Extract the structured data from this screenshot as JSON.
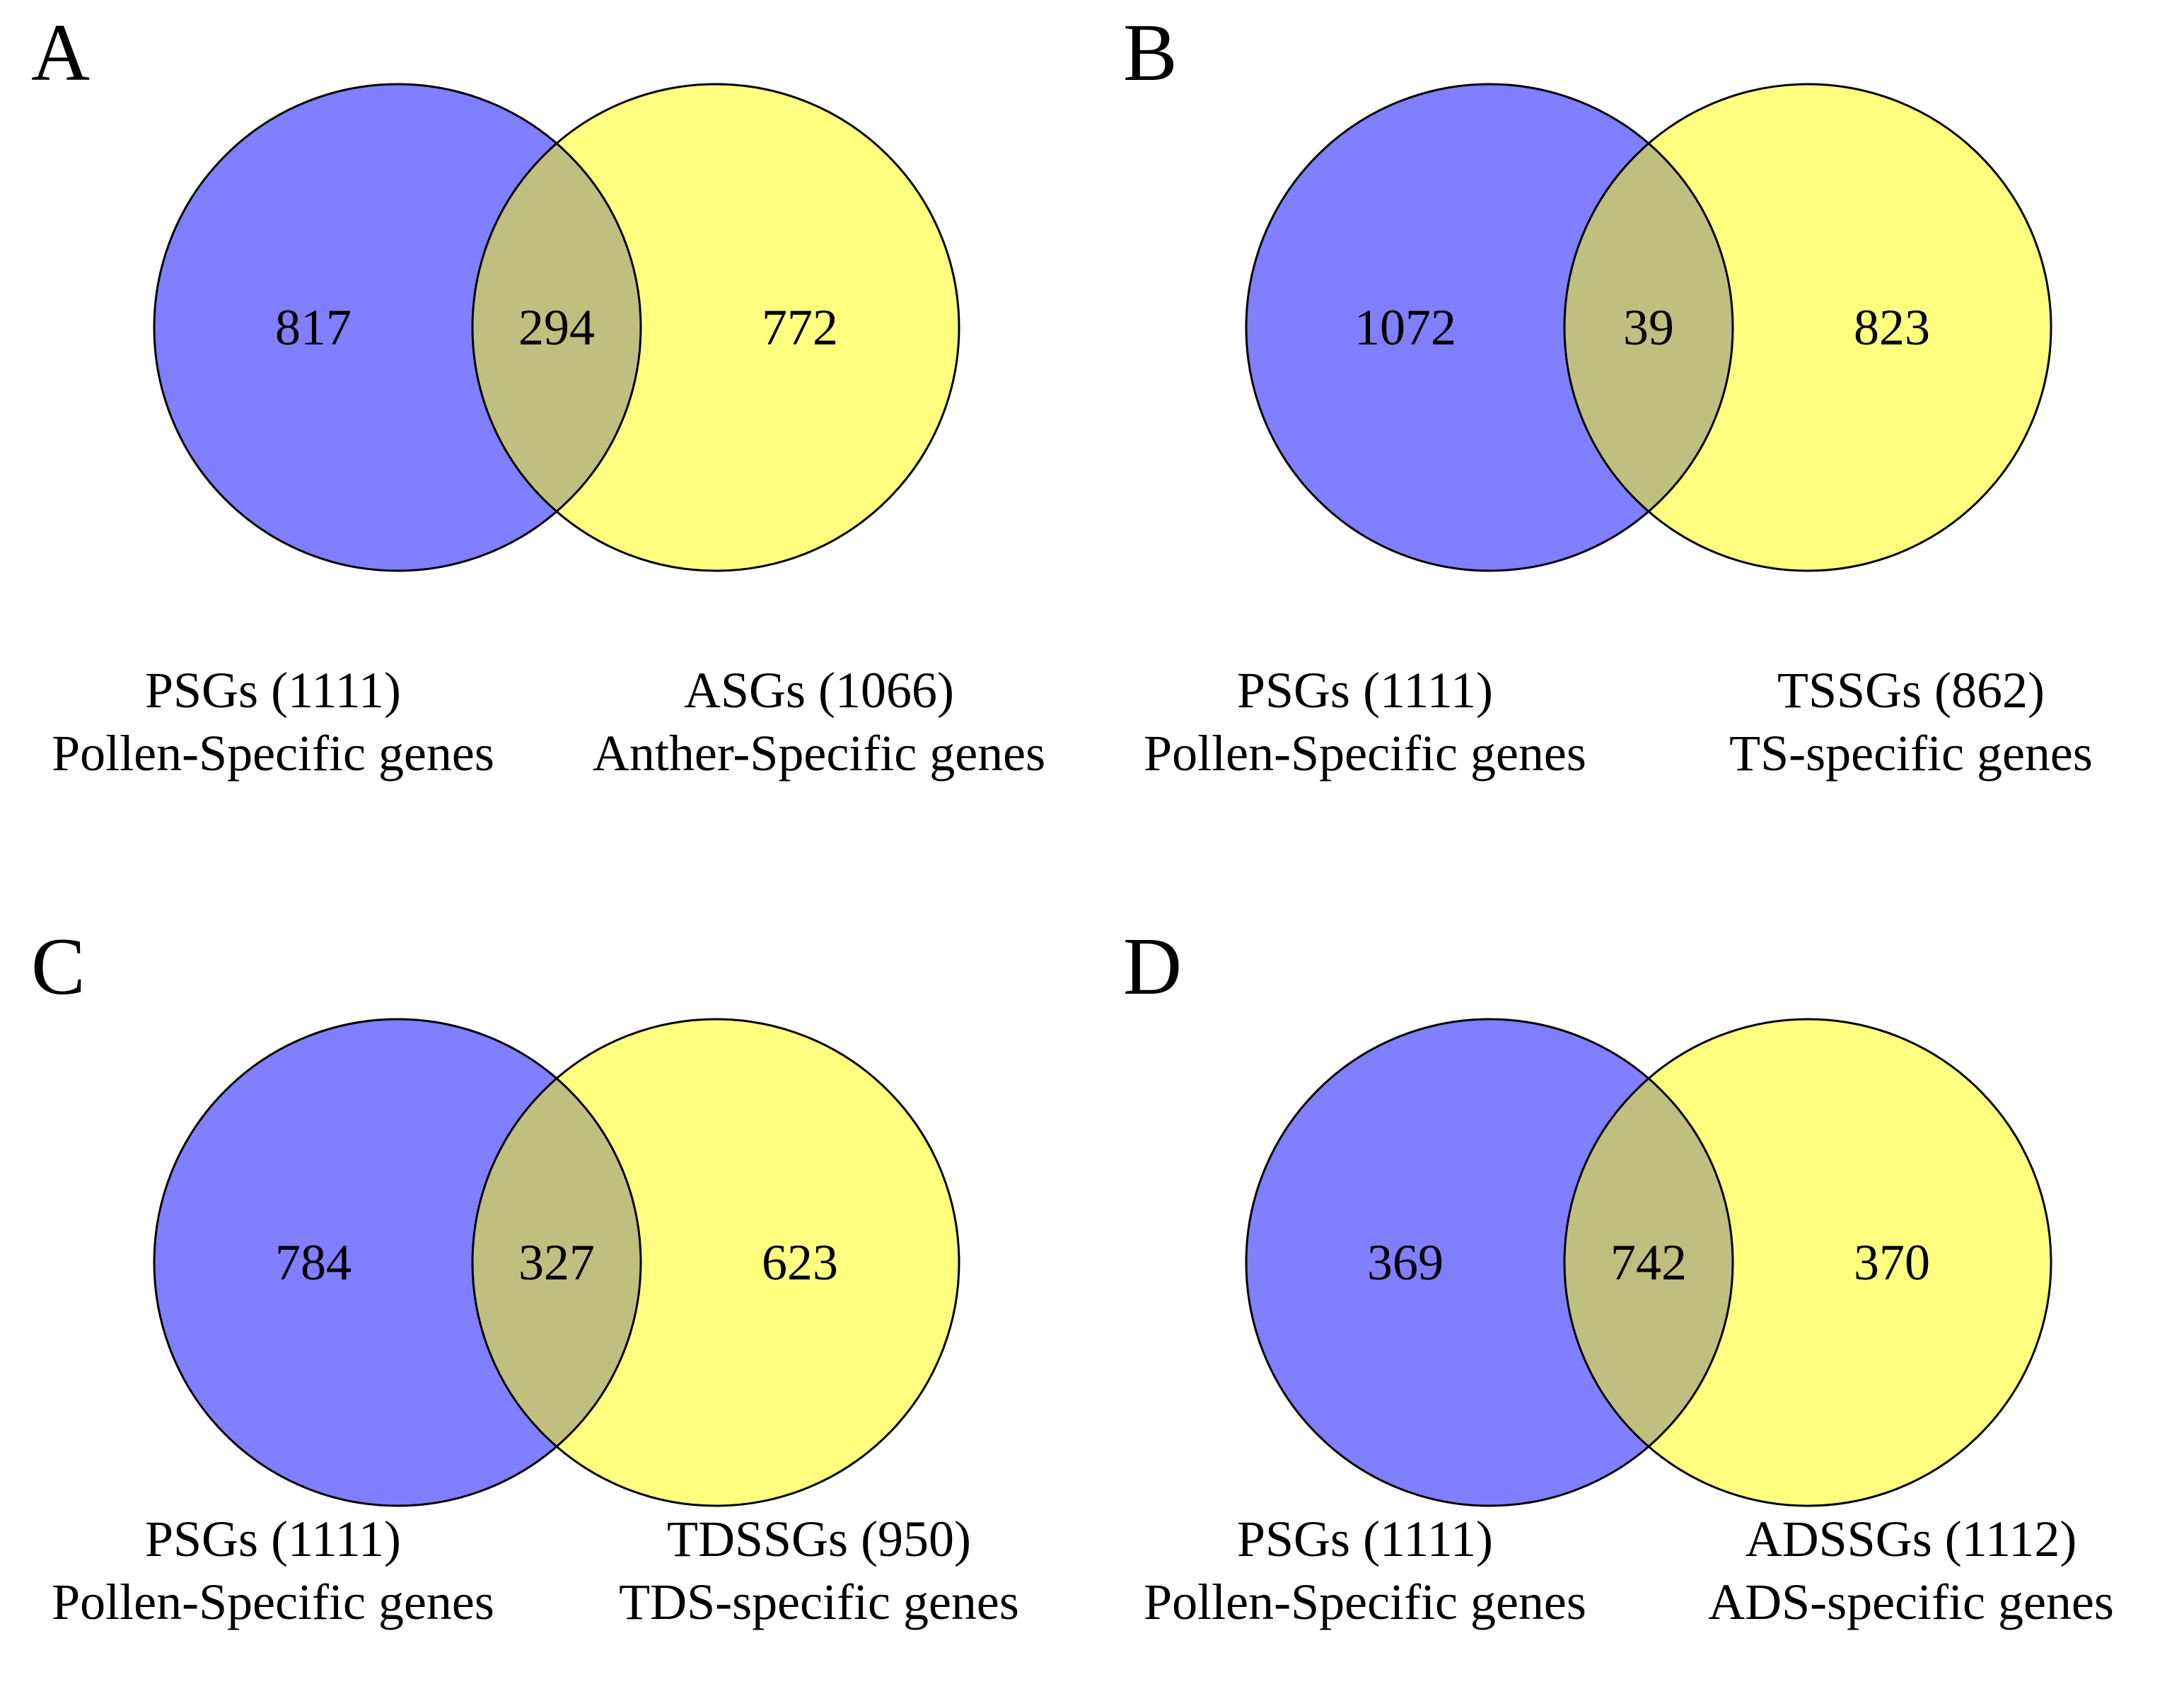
{
  "style": {
    "blue_fill": "rgba(0,0,255,0.5)",
    "yellow_fill": "rgba(255,255,0,0.5)",
    "blue_rendered": "#8080FF",
    "yellow_rendered": "#FFFF80",
    "overlap_rendered": "#BFBF80",
    "outline": "#000000",
    "text_color": "#000000",
    "background": "#FFFFFF"
  },
  "chart_data": [
    {
      "type": "venn",
      "panel_letter": "A",
      "sets": [
        {
          "name": "PSGs",
          "label": "PSGs (1111)",
          "description": "Pollen-Specific genes",
          "total": 1111,
          "color": "#0000FF"
        },
        {
          "name": "ASGs",
          "label": "ASGs (1066)",
          "description": "Anther-Specific genes",
          "total": 1066,
          "color": "#FFFF00"
        }
      ],
      "counts": {
        "left_only": 817,
        "overlap": 294,
        "right_only": 772
      }
    },
    {
      "type": "venn",
      "panel_letter": "B",
      "sets": [
        {
          "name": "PSGs",
          "label": "PSGs (1111)",
          "description": "Pollen-Specific genes",
          "total": 1111,
          "color": "#0000FF"
        },
        {
          "name": "TSSGs",
          "label": "TSSGs (862)",
          "description": "TS-specific genes",
          "total": 862,
          "color": "#FFFF00"
        }
      ],
      "counts": {
        "left_only": 1072,
        "overlap": 39,
        "right_only": 823
      }
    },
    {
      "type": "venn",
      "panel_letter": "C",
      "sets": [
        {
          "name": "PSGs",
          "label": "PSGs (1111)",
          "description": "Pollen-Specific genes",
          "total": 1111,
          "color": "#0000FF"
        },
        {
          "name": "TDSSGs",
          "label": "TDSSGs (950)",
          "description": "TDS-specific genes",
          "total": 950,
          "color": "#FFFF00"
        }
      ],
      "counts": {
        "left_only": 784,
        "overlap": 327,
        "right_only": 623
      }
    },
    {
      "type": "venn",
      "panel_letter": "D",
      "sets": [
        {
          "name": "PSGs",
          "label": "PSGs (1111)",
          "description": "Pollen-Specific genes",
          "total": 1111,
          "color": "#0000FF"
        },
        {
          "name": "ADSSGs",
          "label": "ADSSGs (1112)",
          "description": "ADS-specific genes",
          "total": 1112,
          "color": "#FFFF00"
        }
      ],
      "counts": {
        "left_only": 369,
        "overlap": 742,
        "right_only": 370
      }
    }
  ]
}
